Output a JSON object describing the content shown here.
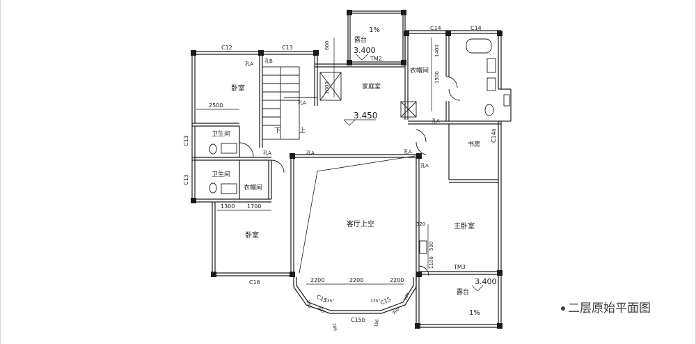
{
  "caption": "二层原始平面图",
  "rooms": {
    "bedroom_nw": "卧室",
    "bath_1": "卫生间",
    "bath_2": "卫生间",
    "closet_w": "衣帽间",
    "bedroom_sw": "卧室",
    "family_room": "家庭室",
    "closet_e": "衣帽间",
    "study": "书房",
    "living_void": "客厅上空",
    "master_bedroom": "主卧室",
    "terrace_n": "露台",
    "terrace_se": "露台"
  },
  "stairs": {
    "down": "下",
    "up": "上"
  },
  "levels": {
    "terrace_n": "3.400",
    "floor": "3.450",
    "terrace_se": "3.400"
  },
  "slopes": {
    "terrace_n": "1%",
    "terrace_se": "1%"
  },
  "doors": {
    "tm2": "TM2",
    "tm3": "TM3"
  },
  "windows": {
    "c12": "C12",
    "c13_top": "C13",
    "c14_a": "C14",
    "c14_b": "C14",
    "c13_w1": "C13",
    "c13_w2": "C13",
    "c14a": "C14a",
    "c16": "C16",
    "c15_l": "C15",
    "c15_r": "C15",
    "c15b": "C15b"
  },
  "dimensions": {
    "d2500": "2500",
    "d1300": "1300",
    "d1700": "1700",
    "d600": "600",
    "d2000": "2000",
    "d1400": "1400",
    "d1500": "1500",
    "d320": "320",
    "d500": "500",
    "d1100": "1100",
    "d2200_a": "2200",
    "d2200_b": "2200",
    "d2200_c": "2200",
    "d186_a": "186",
    "d900_a": "900",
    "d186_b": "186",
    "d186_c": "186",
    "d900_b": "900",
    "d186_d": "186",
    "d135_a": "135°",
    "d135_b": "135°"
  },
  "holes": {
    "kb": "孔B",
    "ka_1": "孔A",
    "ka_2": "孔A",
    "ka_3": "孔A",
    "ka_4": "孔A",
    "ka_5": "孔A",
    "ka_6": "孔A",
    "ka_7": "孔A"
  }
}
